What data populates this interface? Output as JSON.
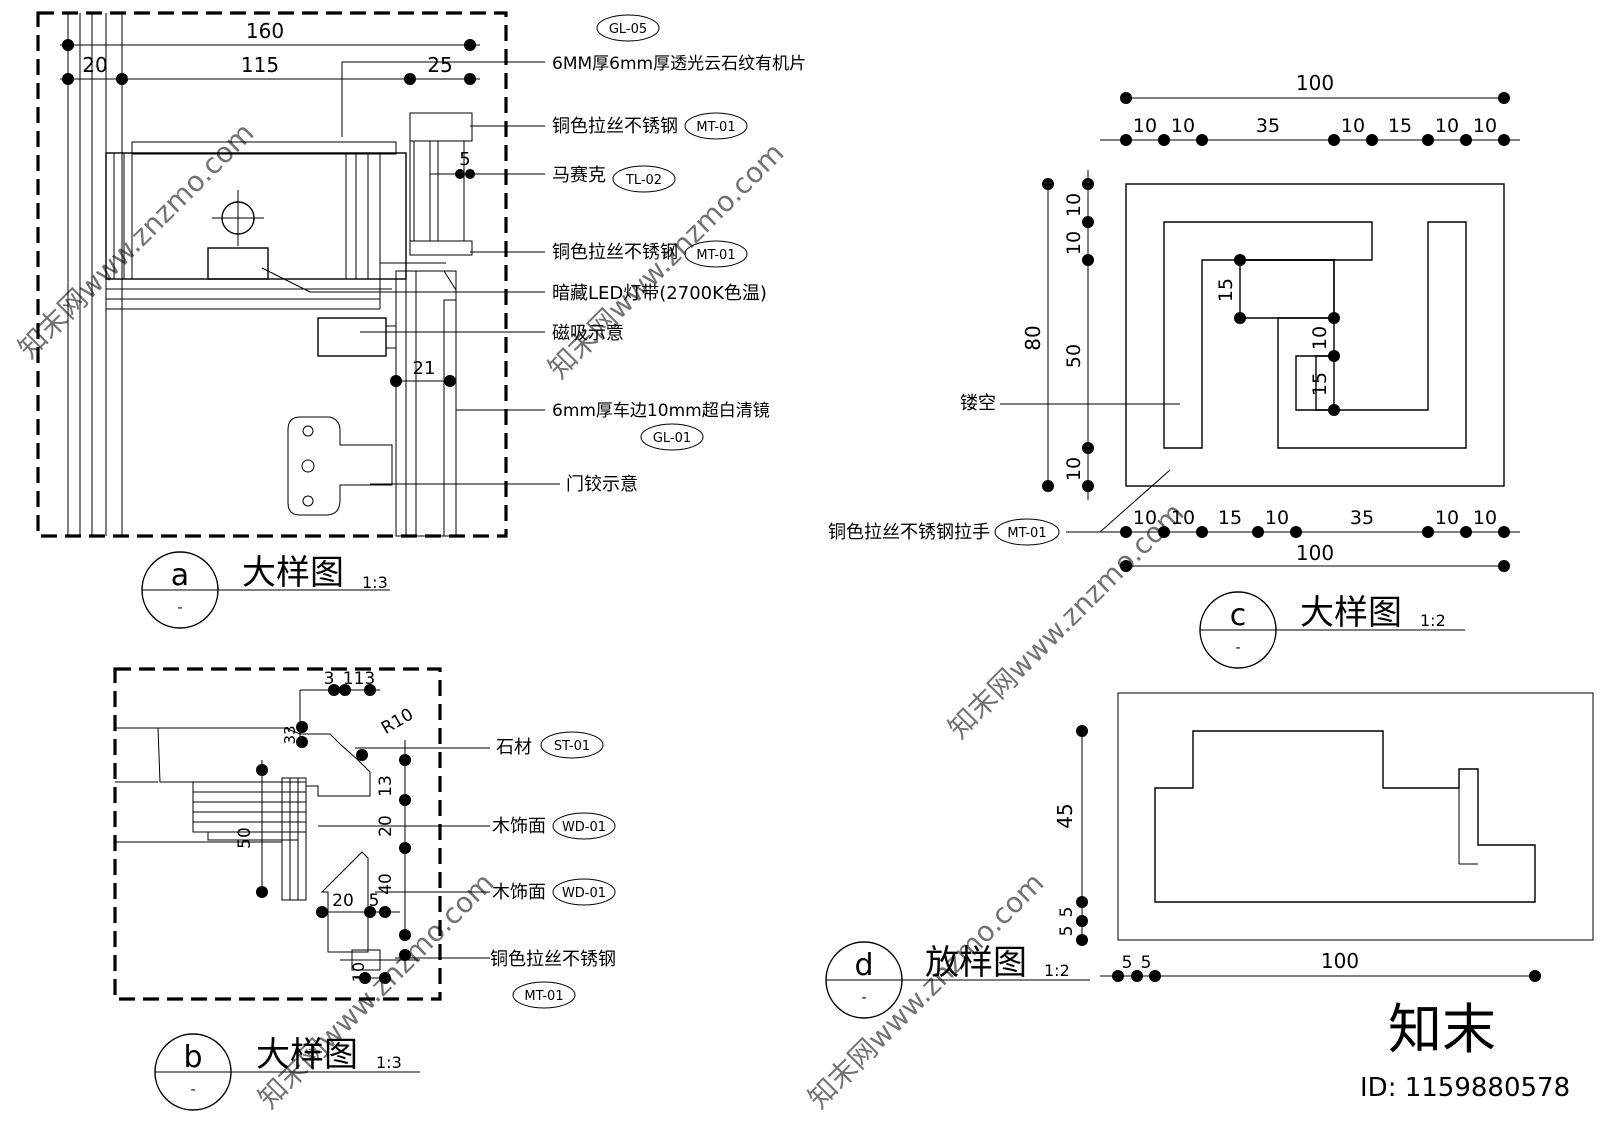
{
  "detail_a": {
    "dims": {
      "total": "160",
      "left": "20",
      "mid": "115",
      "right": "25",
      "gap": "5",
      "panel": "21"
    },
    "labels": {
      "acrylic": "6MM厚6mm厚透光云石纹有机片",
      "steel_top": "铜色拉丝不锈钢",
      "mosaic": "马赛克",
      "steel_bottom": "铜色拉丝不锈钢",
      "led": "暗藏LED灯带(2700K色温)",
      "magnet": "磁吸示意",
      "mirror": "6mm厚车边10mm超白清镜",
      "hinge": "门铰示意"
    },
    "tags": {
      "acrylic": "GL-05",
      "steel_top": "MT-01",
      "mosaic": "TL-02",
      "steel_bottom": "MT-01",
      "mirror": "GL-01"
    },
    "title": {
      "letter": "a",
      "sub": "-",
      "name": "大样图",
      "scale": "1:3"
    }
  },
  "detail_b": {
    "dims": {
      "d3": "3",
      "d113": "113",
      "d33": "33",
      "r10": "R10",
      "d13": "13",
      "d20v": "20",
      "d40": "40",
      "d50": "50",
      "d20h": "20",
      "d5": "5",
      "d10": "10"
    },
    "labels": {
      "stone": "石材",
      "wood1": "木饰面",
      "wood2": "木饰面",
      "steel": "铜色拉丝不锈钢"
    },
    "tags": {
      "stone": "ST-01",
      "wood1": "WD-01",
      "wood2": "WD-01",
      "steel": "MT-01"
    },
    "title": {
      "letter": "b",
      "sub": "-",
      "name": "大样图",
      "scale": "1:3"
    }
  },
  "detail_c": {
    "top_total": "100",
    "top_dims": [
      "10",
      "10",
      "35",
      "10",
      "15",
      "10",
      "10"
    ],
    "bottom_dims": [
      "10",
      "10",
      "15",
      "10",
      "35",
      "10",
      "10"
    ],
    "bottom_total": "100",
    "left_total": "80",
    "left_dims": [
      "10",
      "10",
      "50",
      "10"
    ],
    "inner_dims": {
      "a": "15",
      "b": "10",
      "c": "15"
    },
    "labels": {
      "hollow": "镂空",
      "handle": "铜色拉丝不锈钢拉手"
    },
    "tags": {
      "handle": "MT-01"
    },
    "title": {
      "letter": "c",
      "sub": "-",
      "name": "大样图",
      "scale": "1:2"
    }
  },
  "detail_d": {
    "dims": {
      "height": "45",
      "a": "5",
      "b": "5",
      "h1": "5",
      "h2": "5",
      "width": "100"
    },
    "title": {
      "letter": "d",
      "sub": "-",
      "name": "放样图",
      "scale": "1:2"
    }
  },
  "watermark": {
    "logo": "知末",
    "id": "ID: 1159880578",
    "site": "知末网www.znzmo.com"
  }
}
